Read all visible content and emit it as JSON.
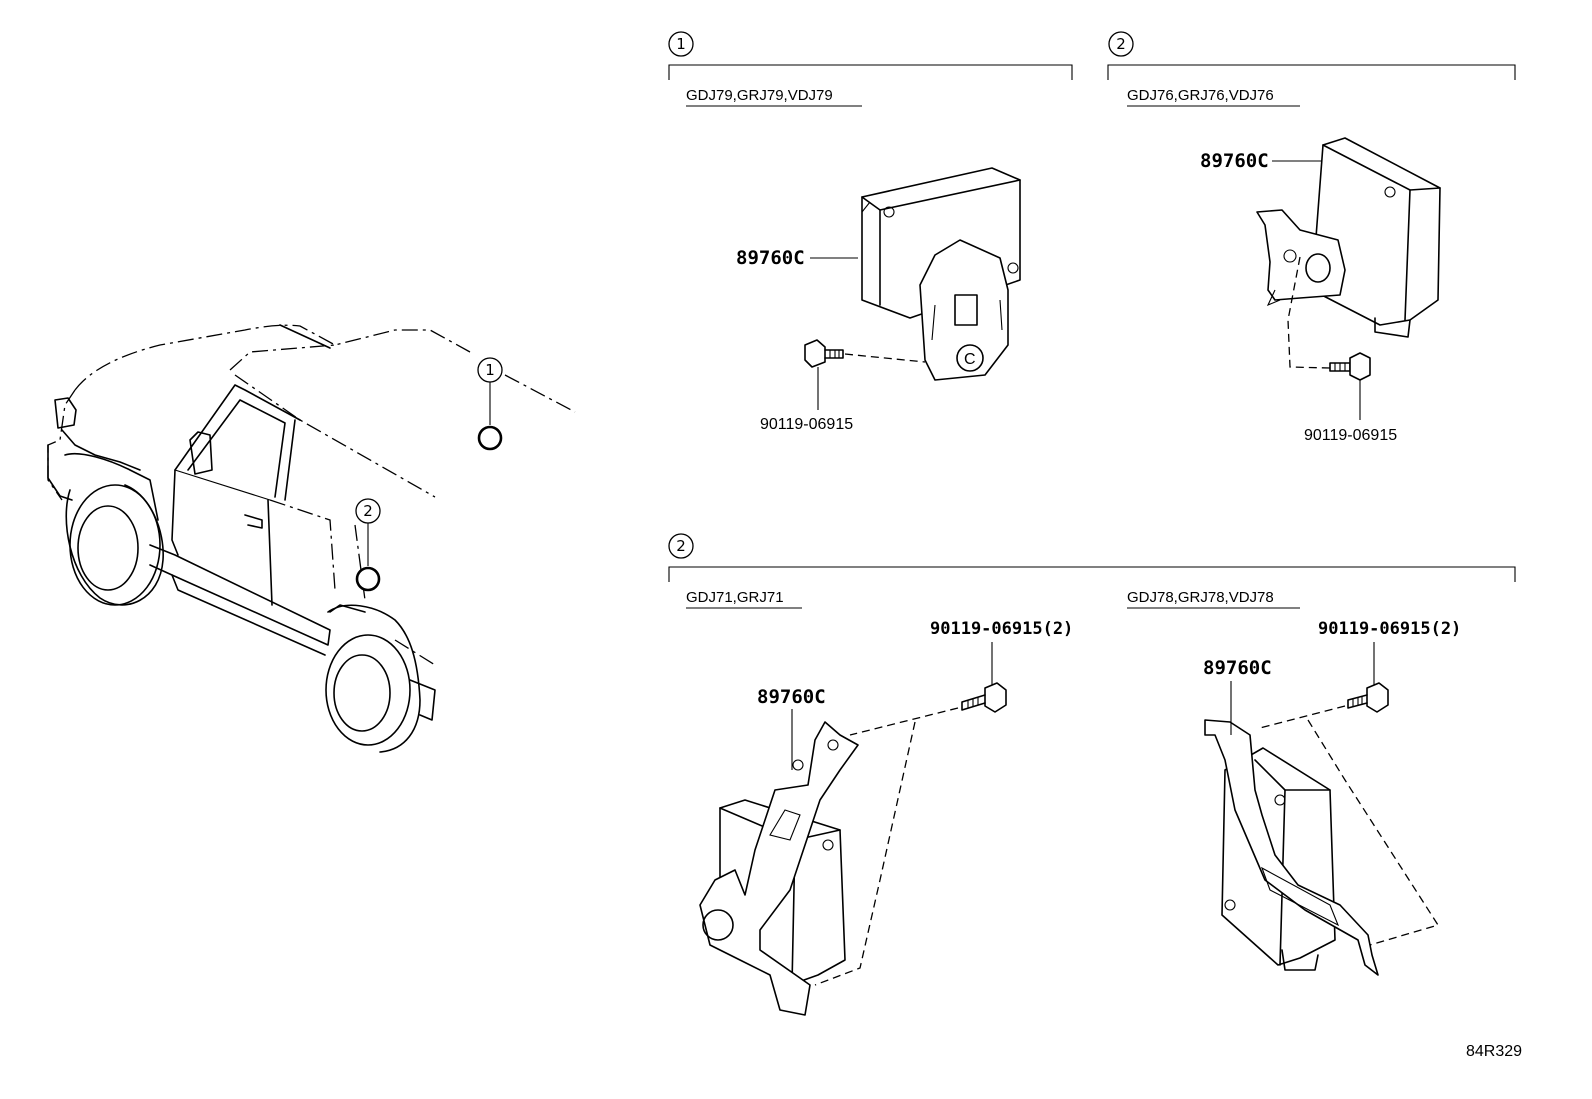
{
  "groups": {
    "g1": {
      "callout": "1",
      "model": "GDJ79,GRJ79,VDJ79",
      "part": "89760C",
      "bolt": "90119-06915"
    },
    "g2": {
      "callout": "2",
      "model": "GDJ76,GRJ76,VDJ76",
      "part": "89760C",
      "bolt": "90119-06915"
    },
    "g3": {
      "callout": "2",
      "model_a": "GDJ71,GRJ71",
      "model_b": "GDJ78,GRJ78,VDJ78",
      "part_a": "89760C",
      "part_b": "89760C",
      "bolt_a": "90119-06915(2)",
      "bolt_b": "90119-06915(2)"
    }
  },
  "vehicle": {
    "callout_1": "1",
    "callout_2": "2"
  },
  "figure_code": "84R329"
}
